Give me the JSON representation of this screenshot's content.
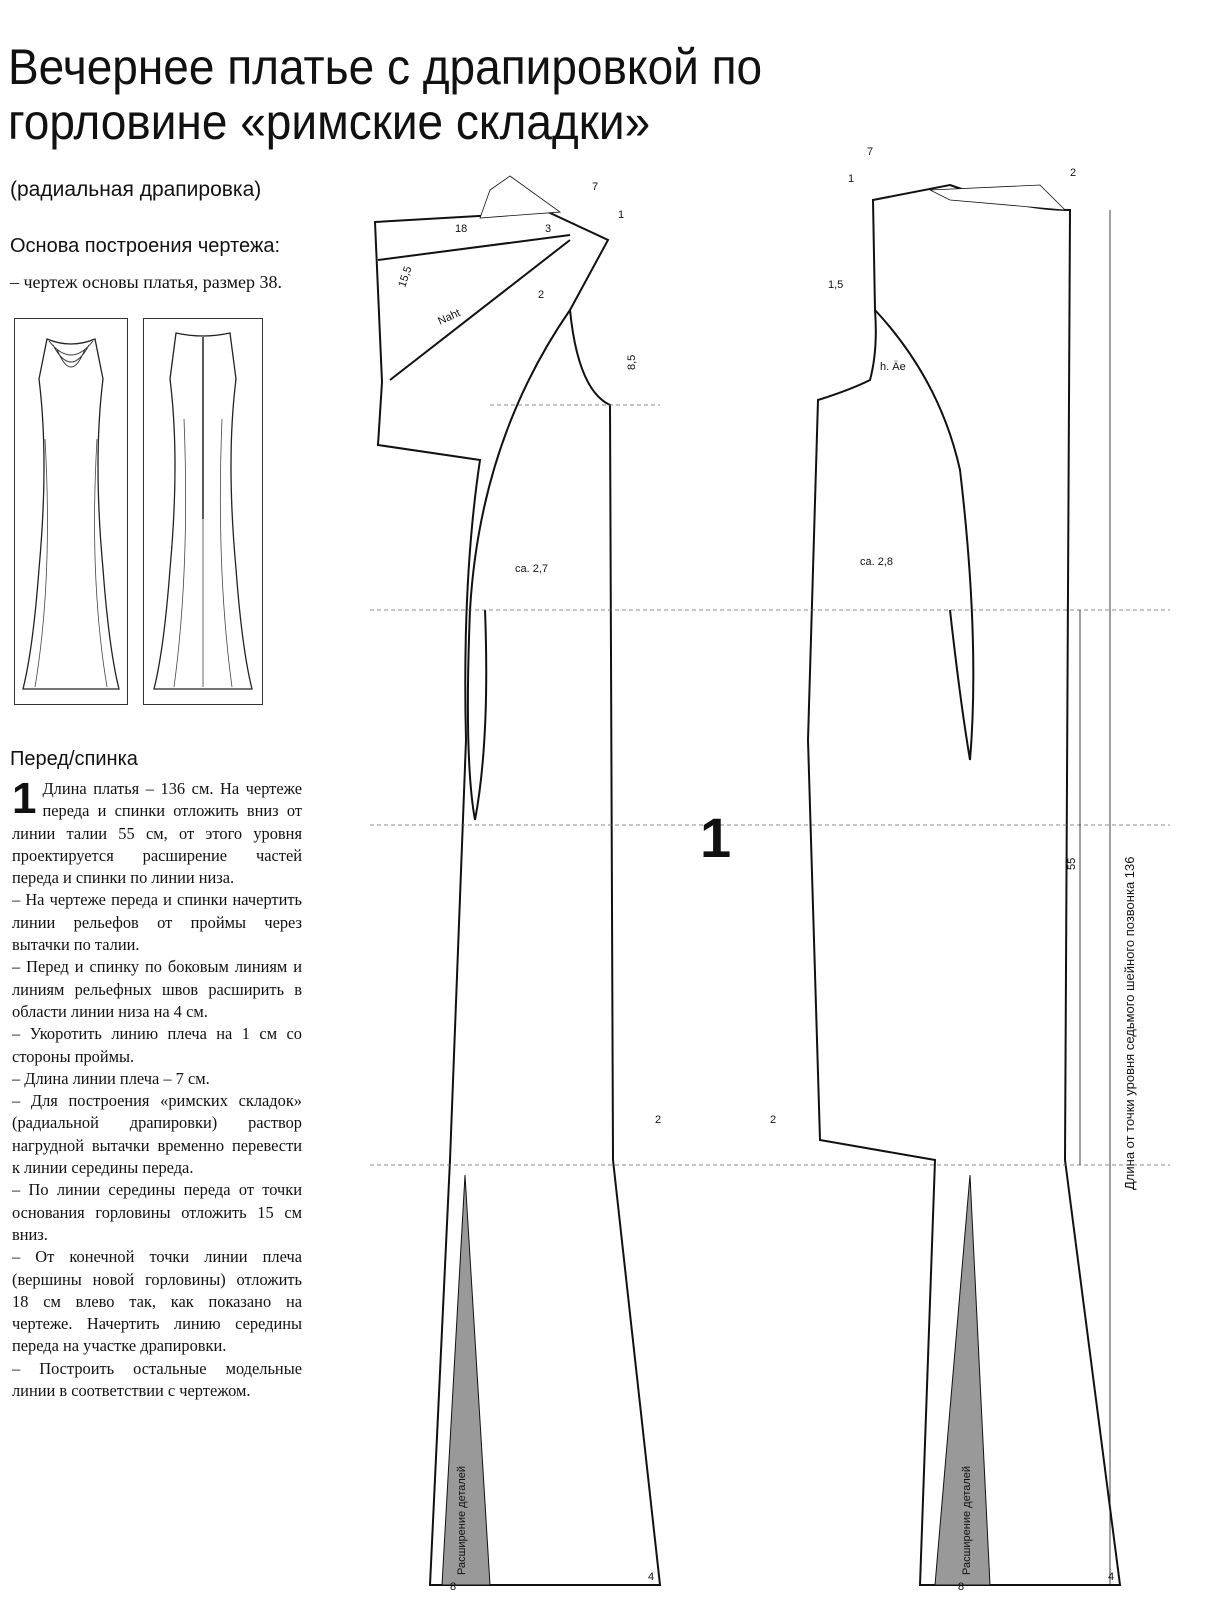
{
  "header": {
    "title": "Вечернее платье с драпировкой по горловине «римские складки»",
    "subtitle": "(радиальная драпировка)"
  },
  "basis": {
    "heading": "Основа построения чертежа:",
    "item": "– чертеж основы платья, размер 38."
  },
  "section": {
    "heading": "Перед/спинка",
    "step_number": "1",
    "paragraphs": [
      "Длина платья – 136 см. На чертеже переда и спинки отложить вниз от линии талии 55 см, от этого уровня проектируется расширение частей переда и спинки по линии низа.",
      "– На чертеже переда и спинки начертить линии рельефов от проймы через вытачки по талии.",
      "– Перед и спинку по боковым линиям и линиям рельефных швов расширить в области линии низа на 4 см.",
      "– Укоротить линию плеча на 1 см со стороны проймы.",
      "– Длина линии плеча – 7 см.",
      "– Для построения «римских складок» (радиальной драпировки) раствор нагрудной вытачки временно перевести к линии середины переда.",
      "– По линии середины переда от точки основания горловины отложить 15 см вниз.",
      "– От конечной точки линии плеча (вершины новой горловины) отложить 18 см влево так, как показано на чертеже. Начертить линию середины переда на участке драпировки.",
      "– Построить остальные модельные линии в соответствии с чертежом."
    ]
  },
  "drawing": {
    "figure_number": "1",
    "labels": {
      "l_7a": "7",
      "l_1a": "1",
      "l_18": "18",
      "l_3": "3",
      "l_155": "15,5",
      "l_naht": "Naht",
      "l_2a": "2",
      "l_85": "8,5",
      "l_ca27": "ca. 2,7",
      "l_2b": "2",
      "l_7b": "7",
      "l_1b": "1",
      "l_2c": "2",
      "l_15": "1,5",
      "l_hae": "h. Äe",
      "l_ca28": "ca. 2,8",
      "l_55": "55",
      "l_2d": "2",
      "l_ext1": "Расширение деталей",
      "l_ext2": "Расширение деталей",
      "l_8a": "8",
      "l_4a": "4",
      "l_8b": "8",
      "l_4b": "4"
    },
    "side_dimension": "Длина от точки уровня седьмого шейного позвонка 136"
  }
}
